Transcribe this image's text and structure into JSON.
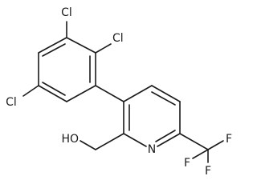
{
  "molecule": {
    "atom_labels": {
      "cl_top": "Cl",
      "cl_upper_right": "Cl",
      "cl_left": "Cl",
      "ring_nitrogen": "N",
      "hydroxyl": "HO",
      "fluorine_right": "F",
      "fluorine_left": "F",
      "fluorine_bottom": "F"
    }
  }
}
